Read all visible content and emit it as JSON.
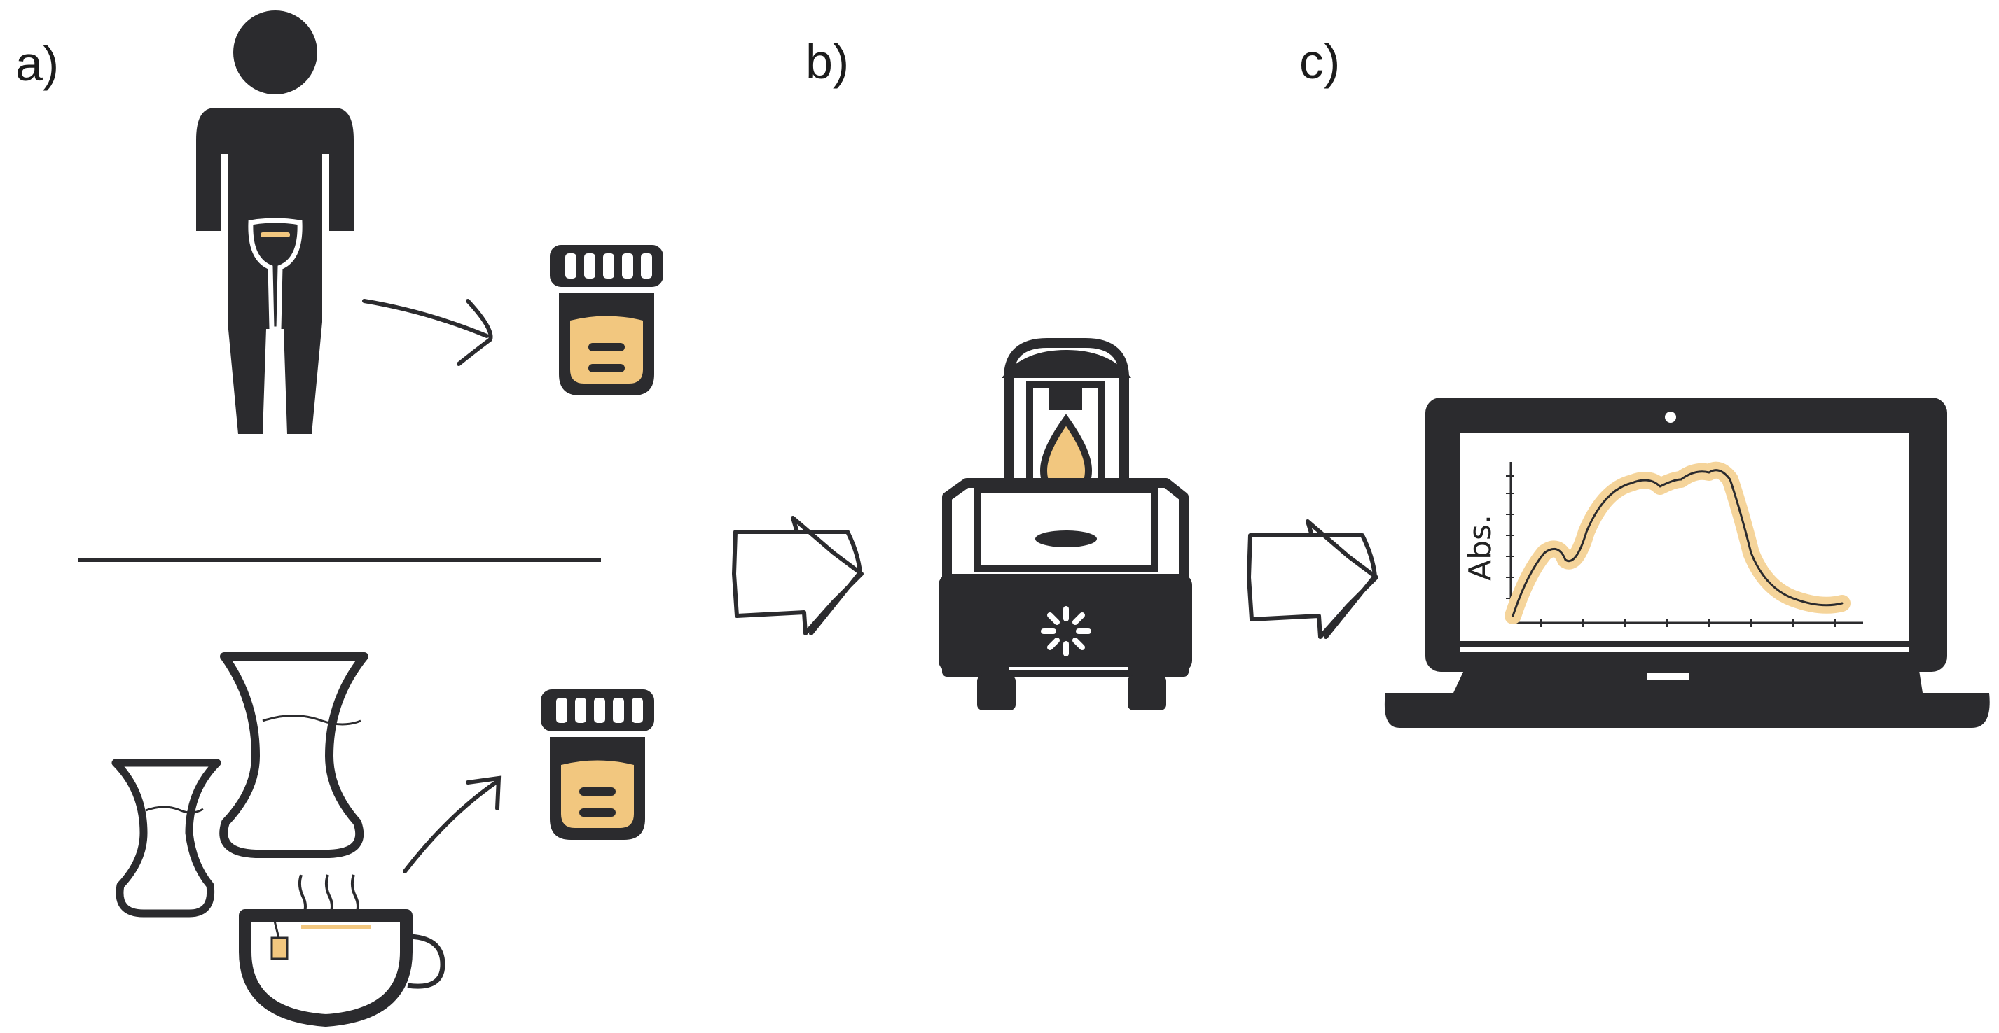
{
  "panels": {
    "a": {
      "label": "a)"
    },
    "b": {
      "label": "b)"
    },
    "c": {
      "label": "c)"
    }
  },
  "graph": {
    "ylabel": "Abs."
  },
  "colors": {
    "ink": "#2b2b2e",
    "sample": "#f2c77f",
    "highlight": "#f5d49a",
    "background": "#ffffff"
  },
  "icons": [
    "person-icon",
    "urine-sample-jar-icon",
    "water-carafe-icon",
    "tea-cup-icon",
    "spectrophotometer-icon",
    "laptop-icon",
    "next-step-arrow-icon"
  ]
}
